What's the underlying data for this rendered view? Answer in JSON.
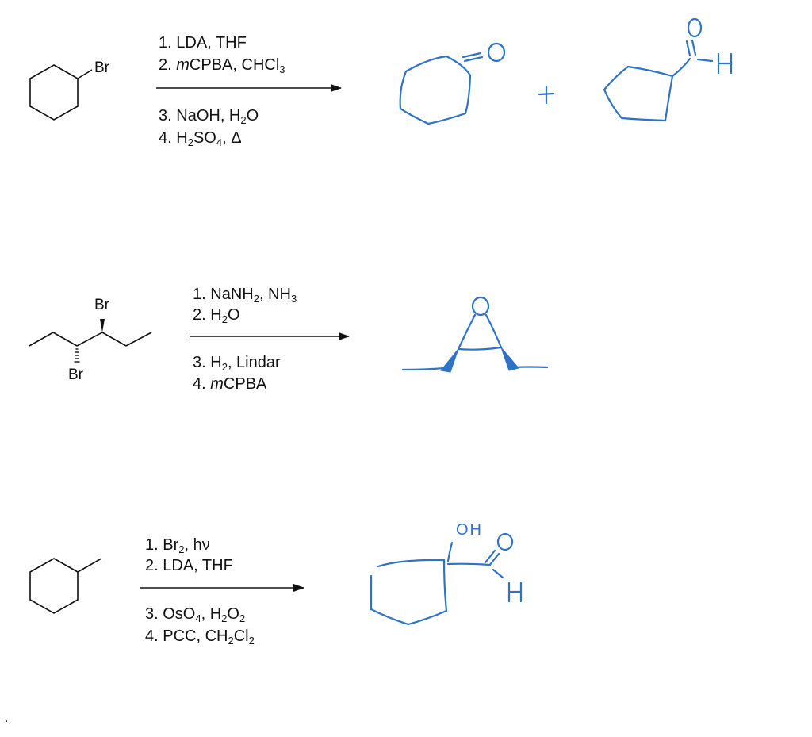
{
  "colors": {
    "ink": "#111111",
    "handwriting": "#2e73c6"
  },
  "reactions": [
    {
      "starting_material": {
        "substituent": "Br"
      },
      "reagents": {
        "above": [
          {
            "n": "1.",
            "parts": [
              [
                "t",
                "LDA, THF"
              ]
            ]
          },
          {
            "n": "2.",
            "parts": [
              [
                "i",
                "m"
              ],
              [
                "t",
                "CPBA, CHCl"
              ],
              [
                "s",
                "3"
              ]
            ]
          }
        ],
        "below": [
          {
            "n": "3.",
            "parts": [
              [
                "t",
                "NaOH, H"
              ],
              [
                "s",
                "2"
              ],
              [
                "t",
                "O"
              ]
            ]
          },
          {
            "n": "4.",
            "parts": [
              [
                "t",
                "H"
              ],
              [
                "s",
                "2"
              ],
              [
                "t",
                "SO"
              ],
              [
                "s",
                "4"
              ],
              [
                "t",
                ", Δ"
              ]
            ]
          }
        ]
      },
      "answer": {
        "plus": "+",
        "atoms": {
          "o1": "O",
          "o2": "O",
          "h": "H"
        }
      }
    },
    {
      "starting_material": {
        "atoms": {
          "br_top": "Br",
          "br_bottom": "Br"
        }
      },
      "reagents": {
        "above": [
          {
            "n": "1.",
            "parts": [
              [
                "t",
                "NaNH"
              ],
              [
                "s",
                "2"
              ],
              [
                "t",
                ", NH"
              ],
              [
                "s",
                "3"
              ]
            ]
          },
          {
            "n": "2.",
            "parts": [
              [
                "t",
                "H"
              ],
              [
                "s",
                "2"
              ],
              [
                "t",
                "O"
              ]
            ]
          }
        ],
        "below": [
          {
            "n": "3.",
            "parts": [
              [
                "t",
                "H"
              ],
              [
                "s",
                "2"
              ],
              [
                "t",
                ", Lindar"
              ]
            ]
          },
          {
            "n": "4.",
            "parts": [
              [
                "i",
                "m"
              ],
              [
                "t",
                "CPBA"
              ]
            ]
          }
        ]
      },
      "answer": {
        "atoms": {
          "o": "O"
        }
      }
    },
    {
      "starting_material": {},
      "reagents": {
        "above": [
          {
            "n": "1.",
            "parts": [
              [
                "t",
                "Br"
              ],
              [
                "s",
                "2"
              ],
              [
                "t",
                ", hν"
              ]
            ]
          },
          {
            "n": "2.",
            "parts": [
              [
                "t",
                "LDA, THF"
              ]
            ]
          }
        ],
        "below": [
          {
            "n": "3.",
            "parts": [
              [
                "t",
                "OsO"
              ],
              [
                "s",
                "4"
              ],
              [
                "t",
                ", H"
              ],
              [
                "s",
                "2"
              ],
              [
                "t",
                "O"
              ],
              [
                "s",
                "2"
              ]
            ]
          },
          {
            "n": "4.",
            "parts": [
              [
                "t",
                "PCC, CH"
              ],
              [
                "s",
                "2"
              ],
              [
                "t",
                "Cl"
              ],
              [
                "s",
                "2"
              ]
            ]
          }
        ]
      },
      "answer": {
        "atoms": {
          "oh": "OH",
          "o": "O",
          "h": "H"
        }
      }
    }
  ],
  "footer_mark": "."
}
